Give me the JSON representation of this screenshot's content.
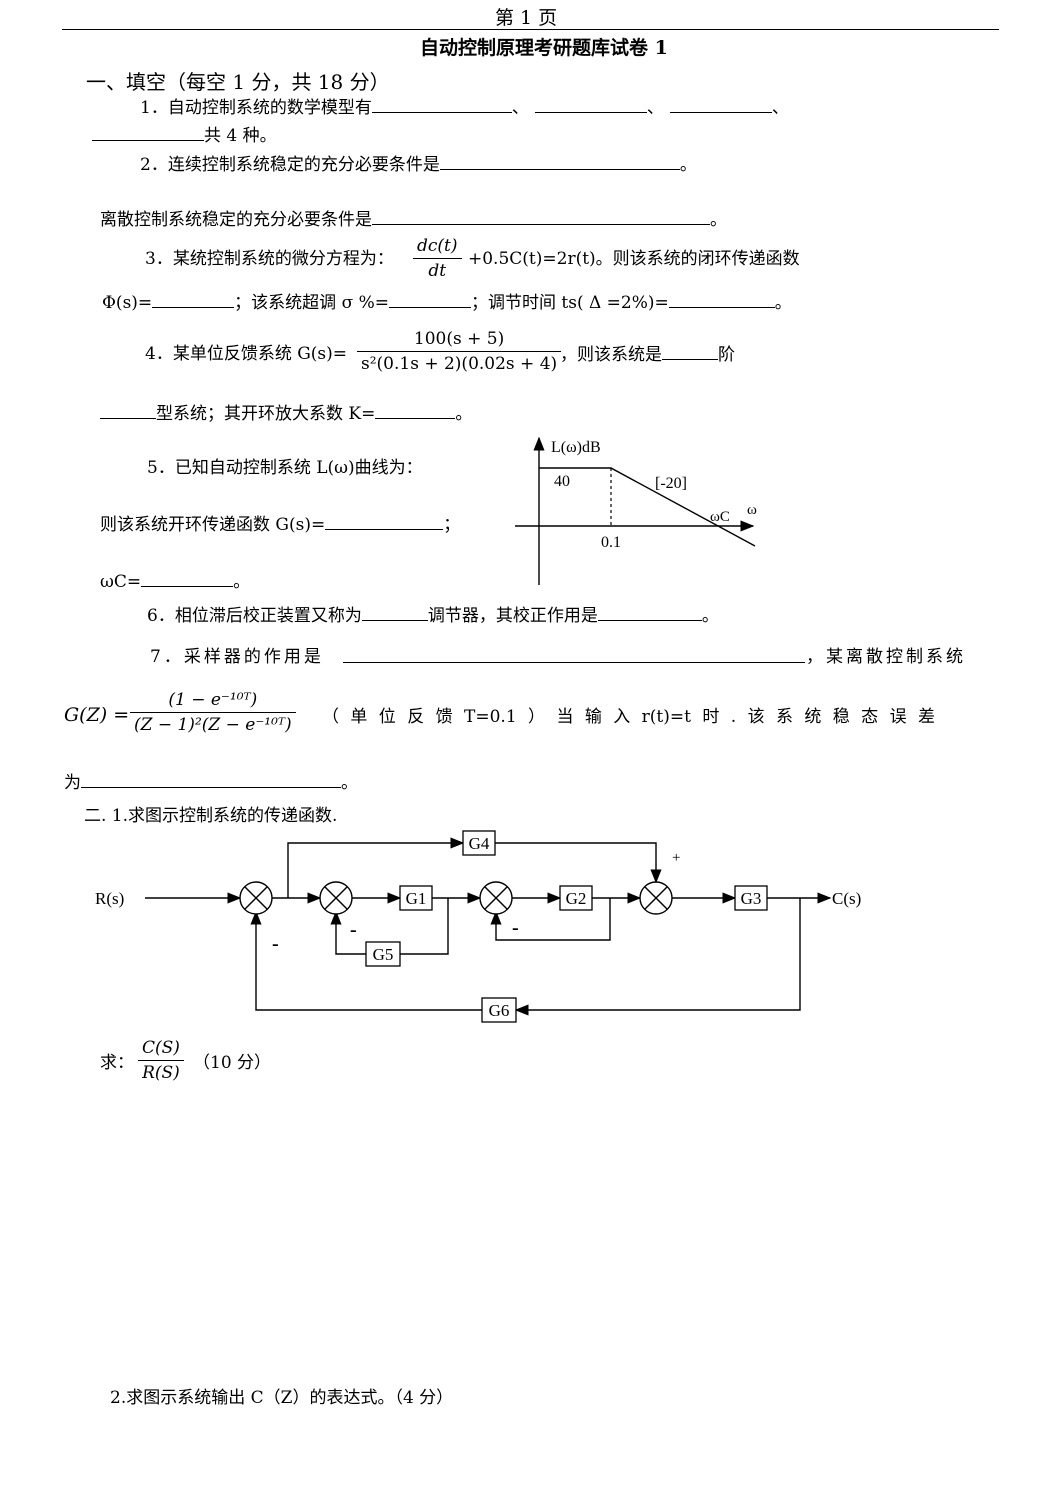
{
  "header": {
    "page_label": "第 1 页",
    "title": "自动控制原理考研题库试卷 1"
  },
  "section1": {
    "heading": "一、填空（每空 1 分，共 18 分）",
    "q1_prefix": "1．自动控制系统的数学模型有",
    "q1_sep": "、",
    "q1_suffix": "共 4 种。",
    "q2_prefix": "2．连续控制系统稳定的充分必要条件是",
    "period": "。",
    "q2b_prefix": "离散控制系统稳定的充分必要条件是",
    "q3_prefix": "3．某统控制系统的微分方程为：",
    "q3_num": "dc(t)",
    "q3_den": "dt",
    "q3_suffix": "+0.5C(t)=2r(t)。则该系统的闭环传递函数",
    "q3b_phi": "Φ(s)=",
    "q3b_overshoot": "；该系统超调 σ %=",
    "q3b_ts": "；调节时间 ts( Δ =2%)=",
    "q4_prefix": "4．某单位反馈系统 G(s)=",
    "q4_num": "100(s + 5)",
    "q4_den": "s²(0.1s + 2)(0.02s + 4)",
    "q4_suffix": "，则该系统是",
    "q4_order": "阶",
    "q4b_type": "型系统；其开环放大系数 K=",
    "q5_prefix": "5．已知自动控制系统 L(ω)曲线为：",
    "q5b_prefix": "则该系统开环传递函数 G(s)=",
    "q5b_semicolon": "；",
    "q5c_prefix": "ωC=",
    "q6_prefix": "6．相位滞后校正装置又称为",
    "q6_mid": "调节器，其校正作用是",
    "q7_prefix": "7．采样器的作用是",
    "q7_suffix": "，某离散控制系统",
    "q7_gz": "G(Z) =",
    "q7_num": "(1 − e⁻¹⁰ᵀ)",
    "q7_den": "(Z − 1)²(Z − e⁻¹⁰ᵀ)",
    "q7_text": "（ 单 位 反 馈 T=0.1 ） 当 输 入 r(t)=t 时 . 该 系 统 稳 态 误 差",
    "q7c_prefix": "为"
  },
  "bode": {
    "ylabel": "L(ω)dB",
    "level": "40",
    "slope": "[-20]",
    "wc": "ωC",
    "xaxis": "ω",
    "corner": "0.1"
  },
  "section2": {
    "q1": "二. 1.求图示控制系统的传递函数.",
    "ask_prefix": "求：",
    "ask_num": "C(S)",
    "ask_den": "R(S)",
    "ask_points": "（10 分）",
    "q2": "2.求图示系统输出 C（Z）的表达式。（4 分）"
  },
  "block_diagram": {
    "input": "R(s)",
    "output": "C(s)",
    "blocks": [
      "G1",
      "G2",
      "G3",
      "G4",
      "G5",
      "G6"
    ],
    "plus": "+",
    "minus": "-"
  }
}
